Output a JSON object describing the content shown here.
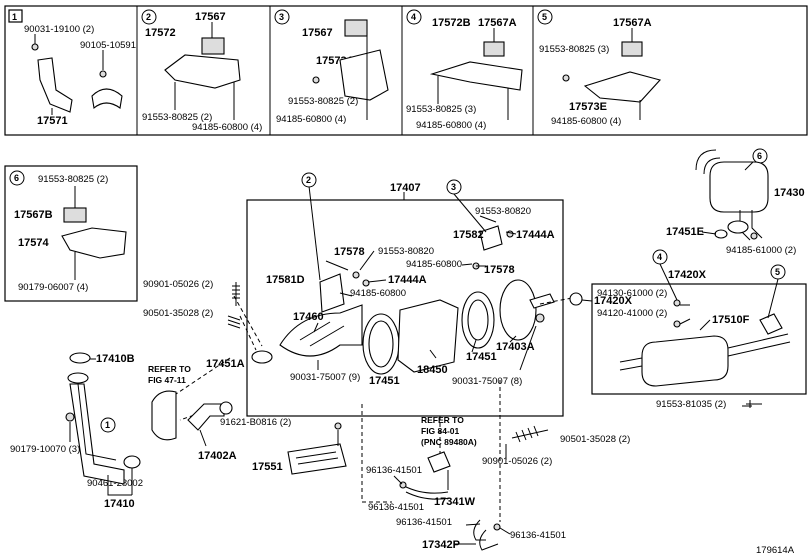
{
  "figure_id": "179614A",
  "insets": [
    {
      "num": "1",
      "parts": [
        "90031-19100 (2)",
        "90105-10591",
        "17571"
      ]
    },
    {
      "num": "2",
      "parts": [
        "17567",
        "17572",
        "91553-80825 (2)",
        "94185-60800 (4)"
      ]
    },
    {
      "num": "3",
      "parts": [
        "17567",
        "17573A",
        "91553-80825 (2)",
        "94185-60800 (4)"
      ]
    },
    {
      "num": "4",
      "parts": [
        "17572B",
        "17567A",
        "91553-80825 (3)",
        "94185-60800 (4)"
      ]
    },
    {
      "num": "5",
      "parts": [
        "17567A",
        "91553-80825 (3)",
        "17573E",
        "94185-60800 (4)"
      ]
    },
    {
      "num": "6",
      "parts": [
        "91553-80825 (2)",
        "17567B",
        "17574",
        "90179-06007 (4)"
      ]
    }
  ],
  "main": {
    "assembly": "17407",
    "callouts": {
      "c2": "2",
      "c3": "3",
      "c4": "4",
      "c5": "5",
      "c6": "6",
      "c1": "1"
    },
    "labels": {
      "p91553_80820_a": "91553-80820",
      "p17582": "17582",
      "p17444A_a": "17444A",
      "p17578_a": "17578",
      "p91553_80820_b": "91553-80820",
      "p94185_60800_a": "94185-60800",
      "p17578_b": "17578",
      "p17581D": "17581D",
      "p17444A_b": "17444A",
      "p94185_60800_b": "94185-60800",
      "p90901_05026_a": "90901-05026 (2)",
      "p90501_35028_a": "90501-35028 (2)",
      "p17460": "17460",
      "p17451A": "17451A",
      "p17451_a": "17451",
      "p18450": "18450",
      "p17451_b": "17451",
      "p17403A": "17403A",
      "p90031_75007_a": "90031-75007 (9)",
      "p90031_75007_b": "90031-75007 (8)",
      "p17420X_a": "17420X",
      "p17420X_b": "17420X",
      "p17430": "17430",
      "p17451E": "17451E",
      "p94185_61000": "94185-61000 (2)",
      "p94130_61000": "94130-61000 (2)",
      "p94120_41000": "94120-41000 (2)",
      "p17510F": "17510F",
      "p91553_81035": "91553-81035 (2)",
      "p90501_35028_b": "90501-35028 (2)",
      "p90901_05026_b": "90901-05026 (2)",
      "p17410B": "17410B",
      "refer1_a": "REFER TO",
      "refer1_b": "FIG 47-11",
      "p17402A": "17402A",
      "p90179_10070": "90179-10070 (3)",
      "p90461_28002": "90461-28002",
      "p17410": "17410",
      "p91621_B0816": "91621-B0816 (2)",
      "p17551": "17551",
      "refer2_a": "REFER TO",
      "refer2_b": "FIG 84-01",
      "refer2_c": "(PNC 89480A)",
      "p96136_41501_a": "96136-41501",
      "p17341W": "17341W",
      "p96136_41501_b": "96136-41501",
      "p96136_41501_c": "96136-41501",
      "p96136_41501_d": "96136-41501",
      "p17342P": "17342P"
    }
  }
}
